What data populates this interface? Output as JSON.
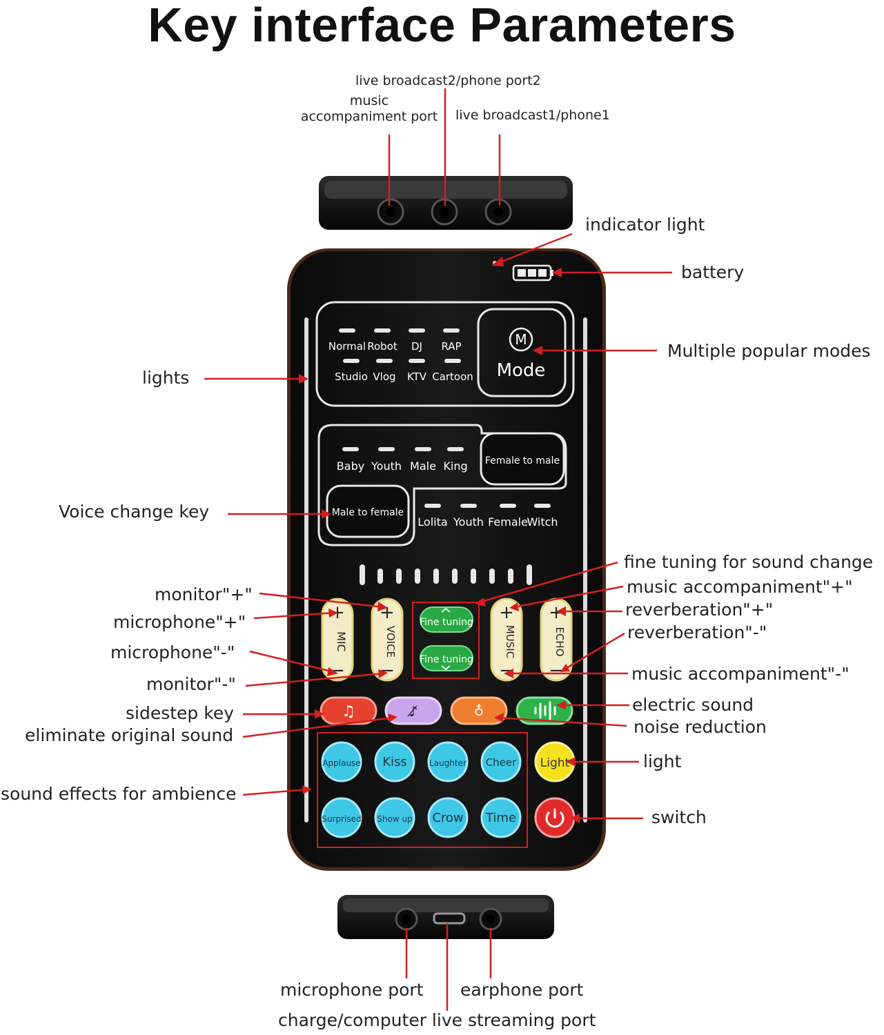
{
  "title": "Key interface Parameters",
  "colors": {
    "device_body": "#111111",
    "device_edge": "#6a3a22",
    "callout": "#d41f1f",
    "key_cream": "#f4ecc6",
    "key_cyan": "#3fc7e6",
    "key_red": "#e6412e",
    "key_purple": "#c9a6ec",
    "key_orange": "#f07e2e",
    "key_green": "#2bb34a",
    "key_yellow": "#f6e11c",
    "key_power": "#e12b2b",
    "fine_green": "#2aa845"
  },
  "top_ports": {
    "port2_label": "live broadcast2/phone port2",
    "music_label_line1": "music",
    "music_label_line2": "accompaniment port",
    "port1_label": "live broadcast1/phone1"
  },
  "bottom_ports": {
    "microphone": "microphone port",
    "earphone": "earphone port",
    "charge": "charge/computer live streaming port"
  },
  "callouts": {
    "indicator": "indicator light",
    "battery": "battery",
    "modes": "Multiple popular modes",
    "lights": "lights",
    "voice_change": "Voice change key",
    "fine_tuning": "fine tuning for sound change",
    "music_plus": "music accompaniment\"+\"",
    "reverb_plus": "reverberation\"+\"",
    "reverb_minus": "reverberation\"-\"",
    "music_minus": "music accompaniment\"-\"",
    "monitor_plus": "monitor\"+\"",
    "mic_plus": "microphone\"+\"",
    "mic_minus": "microphone\"-\"",
    "monitor_minus": "monitor\"-\"",
    "sidestep": "sidestep key",
    "eliminate": "eliminate original sound",
    "electric": "electric sound",
    "noise": "noise reduction",
    "light": "light",
    "ambience": "sound effects for ambience",
    "switch": "switch"
  },
  "device": {
    "modes_top": [
      "Normal",
      "Robot",
      "DJ",
      "RAP"
    ],
    "modes_bottom": [
      "Studio",
      "Vlog",
      "KTV",
      "Cartoon"
    ],
    "mode_icon": "M",
    "mode_label": "Mode",
    "voices_top": [
      "Baby",
      "Youth",
      "Male",
      "King"
    ],
    "female_to_male": "Female to male",
    "male_to_female": "Male to female",
    "voices_bottom": [
      "Lolita",
      "Youth",
      "Female",
      "Witch"
    ],
    "mic_label": "MIC",
    "voice_label": "VOICE",
    "music_label": "MUSIC",
    "echo_label": "ECHO",
    "plus": "+",
    "minus": "−",
    "fine_up": "Fine tuning",
    "fine_down": "Fine tuning",
    "effects_row1": [
      "Applause",
      "Kiss",
      "Laughter",
      "Cheer"
    ],
    "effects_row2": [
      "Surprised",
      "Show up",
      "Crow",
      "Time"
    ],
    "light_key": "Light"
  }
}
